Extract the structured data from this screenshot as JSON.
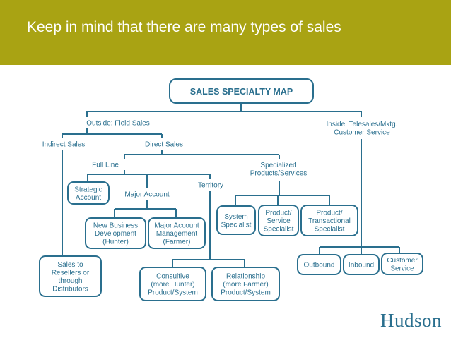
{
  "slide": {
    "title": "Keep in mind that there are many types of sales",
    "banner_color": "#a9a313",
    "logo_text": "Hudson",
    "logo_color": "#2a6f8e"
  },
  "diagram": {
    "line_color": "#2a6f8e",
    "text_color": "#2a6f8e",
    "title": "SALES SPECIALTY MAP",
    "labels": {
      "outside": [
        "Outside: Field Sales"
      ],
      "inside": [
        "Inside: Telesales/Mktg.",
        "Customer Service"
      ],
      "indirect": [
        "Indirect Sales"
      ],
      "direct": [
        "Direct Sales"
      ],
      "full_line": [
        "Full Line"
      ],
      "specialized": [
        "Specialized",
        "Products/Services"
      ],
      "major_account": [
        "Major Account"
      ],
      "territory": [
        "Territory"
      ]
    },
    "boxes": {
      "strategic": [
        "Strategic",
        "Account"
      ],
      "new_business": [
        "New Business",
        "Development",
        "(Hunter)"
      ],
      "major_mgmt": [
        "Major Account",
        "Management",
        "(Farmer)"
      ],
      "system_specialist": [
        "System",
        "Specialist"
      ],
      "product_service": [
        "Product/",
        "Service",
        "Specialist"
      ],
      "product_transactional": [
        "Product/",
        "Transactional",
        "Specialist"
      ],
      "resellers": [
        "Sales to",
        "Resellers or",
        "through",
        "Distributors"
      ],
      "consultive": [
        "Consultive",
        "(more Hunter)",
        "Product/System"
      ],
      "relationship": [
        "Relationship",
        "(more Farmer)",
        "Product/System"
      ],
      "outbound": [
        "Outbound"
      ],
      "inbound": [
        "Inbound"
      ],
      "customer_service": [
        "Customer",
        "Service"
      ]
    }
  }
}
